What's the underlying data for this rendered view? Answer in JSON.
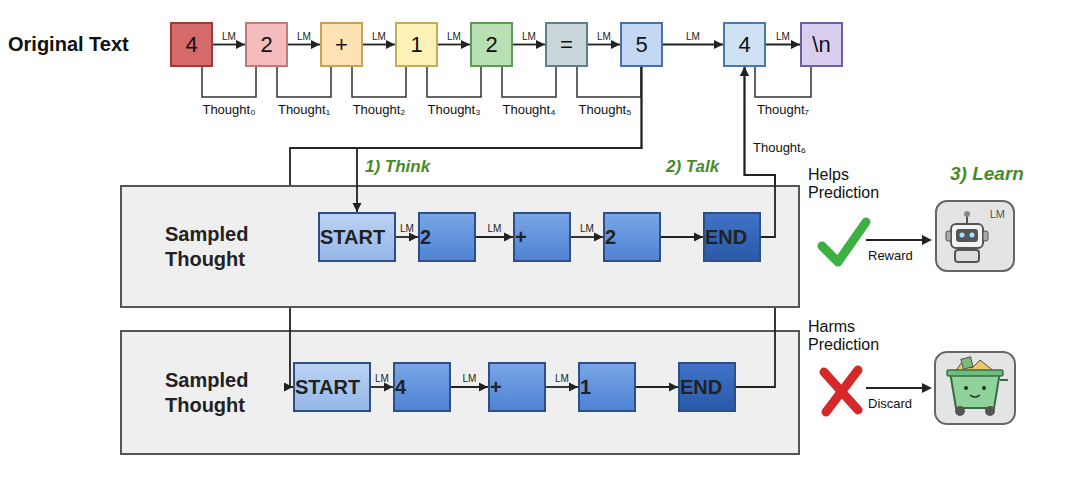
{
  "diagram": {
    "nodes": [
      {
        "text": [
          "4"
        ]
      },
      {
        "text": [
          "2"
        ]
      },
      {
        "text": [
          "+"
        ]
      },
      {
        "text": [
          "1"
        ]
      },
      {
        "text": [
          "2"
        ]
      },
      {
        "text": [
          "="
        ]
      },
      {
        "text": [
          "5"
        ]
      },
      {
        "text": [
          "4"
        ]
      },
      {
        "text": [
          "\\n"
        ]
      },
      {
        "text": [
          "Sampled Thought"
        ]
      },
      {
        "text": [
          "START"
        ],
        "in": 9
      },
      {
        "text": [
          "2"
        ],
        "in": 9
      },
      {
        "text": [
          "+"
        ],
        "in": 9
      },
      {
        "text": [
          "2"
        ],
        "in": 9
      },
      {
        "text": [
          "END"
        ],
        "in": 9
      },
      {
        "text": [
          "Sampled Thought"
        ]
      },
      {
        "text": [
          "START"
        ],
        "in": 15
      },
      {
        "text": [
          "4"
        ],
        "in": 15
      },
      {
        "text": [
          "+"
        ],
        "in": 15
      },
      {
        "text": [
          "1"
        ],
        "in": 15
      },
      {
        "text": [
          "END"
        ],
        "in": 15
      },
      {
        "text": [
          "LM"
        ]
      }
    ],
    "edges": [
      {
        "from": 0,
        "to": 1,
        "label": "LM",
        "arrow": "to"
      },
      {
        "from": 1,
        "to": 2,
        "label": "LM",
        "arrow": "to"
      },
      {
        "from": 2,
        "to": 3,
        "label": "LM",
        "arrow": "to"
      },
      {
        "from": 3,
        "to": 4,
        "label": "LM",
        "arrow": "to"
      },
      {
        "from": 4,
        "to": 5,
        "label": "LM",
        "arrow": "to"
      },
      {
        "from": 5,
        "to": 6,
        "label": "LM",
        "arrow": "to"
      },
      {
        "from": 6,
        "to": 7,
        "label": "LM",
        "arrow": "to"
      },
      {
        "from": 7,
        "to": 8,
        "label": "LM",
        "arrow": "to"
      },
      {
        "from": 10,
        "to": 11,
        "label": "LM",
        "arrow": "to"
      },
      {
        "from": 11,
        "to": 12,
        "label": "LM",
        "arrow": "to"
      },
      {
        "from": 12,
        "to": 13,
        "label": "LM",
        "arrow": "to"
      },
      {
        "from": 13,
        "to": 14,
        "arrow": "to"
      },
      {
        "from": 16,
        "to": 17,
        "label": "LM",
        "arrow": "to"
      },
      {
        "from": 17,
        "to": 18,
        "label": "LM",
        "arrow": "to"
      },
      {
        "from": 18,
        "to": 19,
        "label": "LM",
        "arrow": "to"
      },
      {
        "from": 19,
        "to": 20,
        "arrow": "to"
      },
      {
        "from": 6,
        "to": 10,
        "arrow": "to"
      },
      {
        "from": 6,
        "to": 16,
        "arrow": "to"
      },
      {
        "from": 14,
        "to": 7,
        "arrow": "to"
      },
      {
        "from": 20,
        "to": 7,
        "arrow": "to"
      }
    ],
    "labels": [
      "Original Text",
      "Thought₀",
      "Thought₁",
      "Thought₂",
      "Thought₃",
      "Thought₄",
      "Thought₅",
      "Thought₇",
      "Thought₆",
      "1) Think",
      "2) Talk",
      "Helps Prediction",
      "3) Learn",
      "Reward",
      "Harms Prediction",
      "Discard"
    ]
  }
}
